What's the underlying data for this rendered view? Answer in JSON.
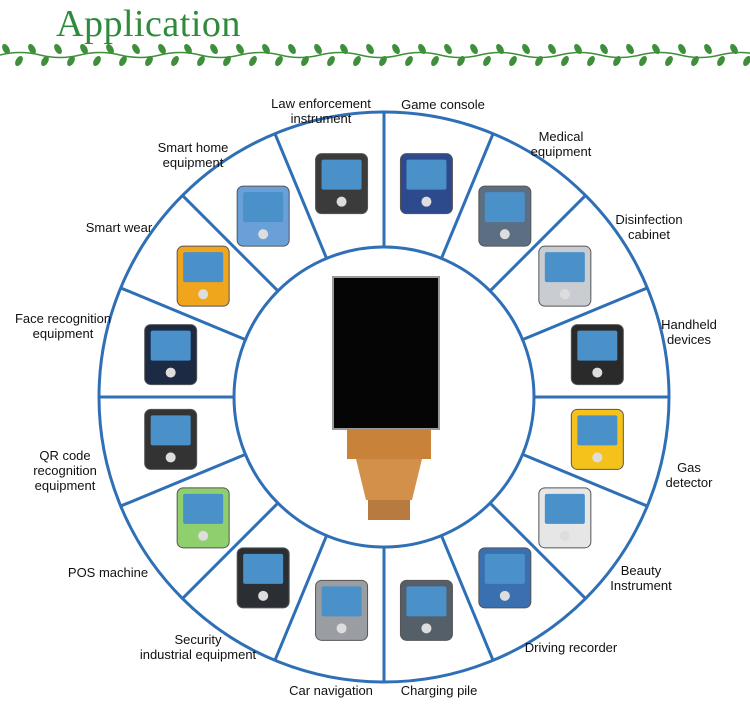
{
  "title": "Application",
  "colors": {
    "ring": "#2f6fb6",
    "title": "#2e8b3c",
    "vine": "#3e8f3a",
    "panel_fpc": "#c9823a"
  },
  "labels": {
    "law": [
      "Law enforcement",
      "instrument"
    ],
    "game": [
      "Game console"
    ],
    "medical": [
      "Medical",
      "equipment"
    ],
    "disinfection": [
      "Disinfection",
      "cabinet"
    ],
    "handheld": [
      "Handheld",
      "devices"
    ],
    "gas": [
      "Gas",
      "detector"
    ],
    "beauty": [
      "Beauty",
      "Instrument"
    ],
    "driving": [
      "Driving recorder"
    ],
    "charging": [
      "Charging pile"
    ],
    "carnav": [
      "Car navigation"
    ],
    "security": [
      "Security",
      "industrial equipment"
    ],
    "pos": [
      "POS machine"
    ],
    "qr": [
      "QR code",
      "recognition",
      "equipment"
    ],
    "face": [
      "Face recognition",
      "equipment"
    ],
    "wear": [
      "Smart wear"
    ],
    "home": [
      "Smart home",
      "equipment"
    ]
  },
  "segments": [
    {
      "key": "game",
      "icon": "game-console-icon"
    },
    {
      "key": "medical",
      "icon": "medical-equipment-icon"
    },
    {
      "key": "disinfection",
      "icon": "disinfection-cabinet-icon"
    },
    {
      "key": "handheld",
      "icon": "handheld-device-icon"
    },
    {
      "key": "gas",
      "icon": "gas-detector-icon"
    },
    {
      "key": "beauty",
      "icon": "beauty-instrument-icon"
    },
    {
      "key": "driving",
      "icon": "driving-recorder-icon"
    },
    {
      "key": "charging",
      "icon": "charging-pile-icon"
    },
    {
      "key": "carnav",
      "icon": "car-navigation-icon"
    },
    {
      "key": "security",
      "icon": "rugged-phone-icon"
    },
    {
      "key": "pos",
      "icon": "pos-machine-icon"
    },
    {
      "key": "qr",
      "icon": "qr-terminal-icon"
    },
    {
      "key": "face",
      "icon": "face-recognition-laptop-icon"
    },
    {
      "key": "wear",
      "icon": "smartwatch-icon"
    },
    {
      "key": "home",
      "icon": "smart-home-phone-icon"
    },
    {
      "key": "law",
      "icon": "law-enforcement-recorder-icon"
    }
  ]
}
